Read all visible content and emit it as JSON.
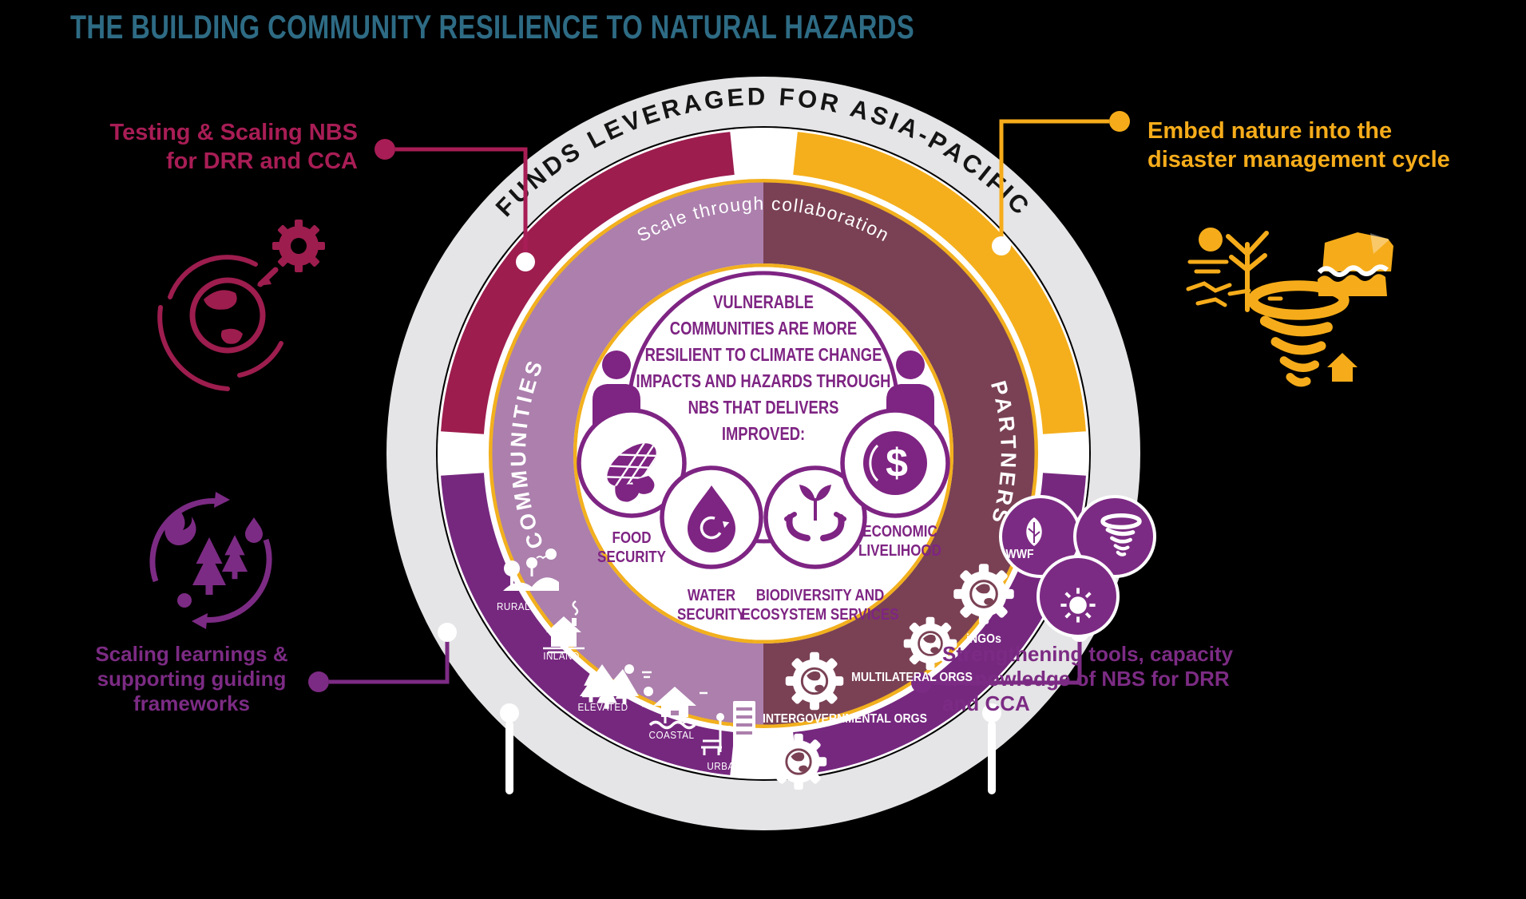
{
  "title": "THE BUILDING COMMUNITY RESILIENCE TO NATURAL HAZARDS",
  "ring": {
    "top_arc_label": "FUNDS LEVERAGED FOR ASIA-PACIFIC",
    "collaboration_label": "Scale through collaboration",
    "left_arc_label": "COMMUNITIES",
    "right_arc_label": "PARTNERS"
  },
  "center": {
    "message": "VULNERABLE\nCOMMUNITIES ARE MORE\nRESILIENT TO CLIMATE CHANGE\nIMPACTS AND HAZARDS THROUGH\nNBS THAT DELIVERS\nIMPROVED:",
    "outcomes": [
      {
        "label": "FOOD\nSECURITY",
        "icon": "corn-icon"
      },
      {
        "label": "WATER\nSECURITY",
        "icon": "water-drop-icon"
      },
      {
        "label": "BIODIVERSITY AND\nECOSYSTEM SERVICES",
        "icon": "hands-plant-icon"
      },
      {
        "label": "ECONOMIC\nLIVELIHOOD",
        "icon": "dollar-coin-icon"
      }
    ]
  },
  "communities": {
    "items": [
      {
        "label": "RURAL",
        "icon": "rural-landscape-icon"
      },
      {
        "label": "INLAND",
        "icon": "house-icon"
      },
      {
        "label": "ELEVATED",
        "icon": "mountains-icon"
      },
      {
        "label": "COASTAL",
        "icon": "stilt-house-icon"
      },
      {
        "label": "URBAN",
        "icon": "city-icon"
      }
    ]
  },
  "partners": {
    "items": [
      {
        "label": "WWF",
        "icon": "gear-globe-icon"
      },
      {
        "label": "iNGOs",
        "icon": "gear-globe-icon"
      },
      {
        "label": "MULTILATERAL ORGS",
        "icon": "gear-globe-icon"
      },
      {
        "label": "INTERGOVERNMENTAL ORGS",
        "icon": "gear-globe-icon"
      }
    ]
  },
  "annotations": {
    "top_left": {
      "text": "Testing & Scaling NBS\nfor DRR and CCA",
      "icon": "globe-gear-icon",
      "color": "#A81D55"
    },
    "top_right": {
      "text": "Embed nature into the\ndisaster management cycle",
      "icon": "drought-flood-tornado-icons",
      "color": "#F6AC1A"
    },
    "bottom_left": {
      "text": "Scaling learnings  &\nsupporting guiding\nframeworks",
      "icon": "ecosystem-cycle-icon",
      "color": "#7C2B84"
    },
    "bottom_right": {
      "text": "Strengthening tools, capacity\n& knowledge of NBS for DRR\nand CCA",
      "icon": "venn-leaf-tornado-sun-icon",
      "color": "#7C2B84"
    }
  },
  "colors": {
    "title": "#2E6B84",
    "maroon": "#9D1D4E",
    "yellow": "#F5AF1C",
    "purple": "#76287F",
    "mauve": "#AC7FAD",
    "wine": "#7A4154",
    "gray_ring": "#E5E4E6",
    "center_text": "#7E2483"
  }
}
